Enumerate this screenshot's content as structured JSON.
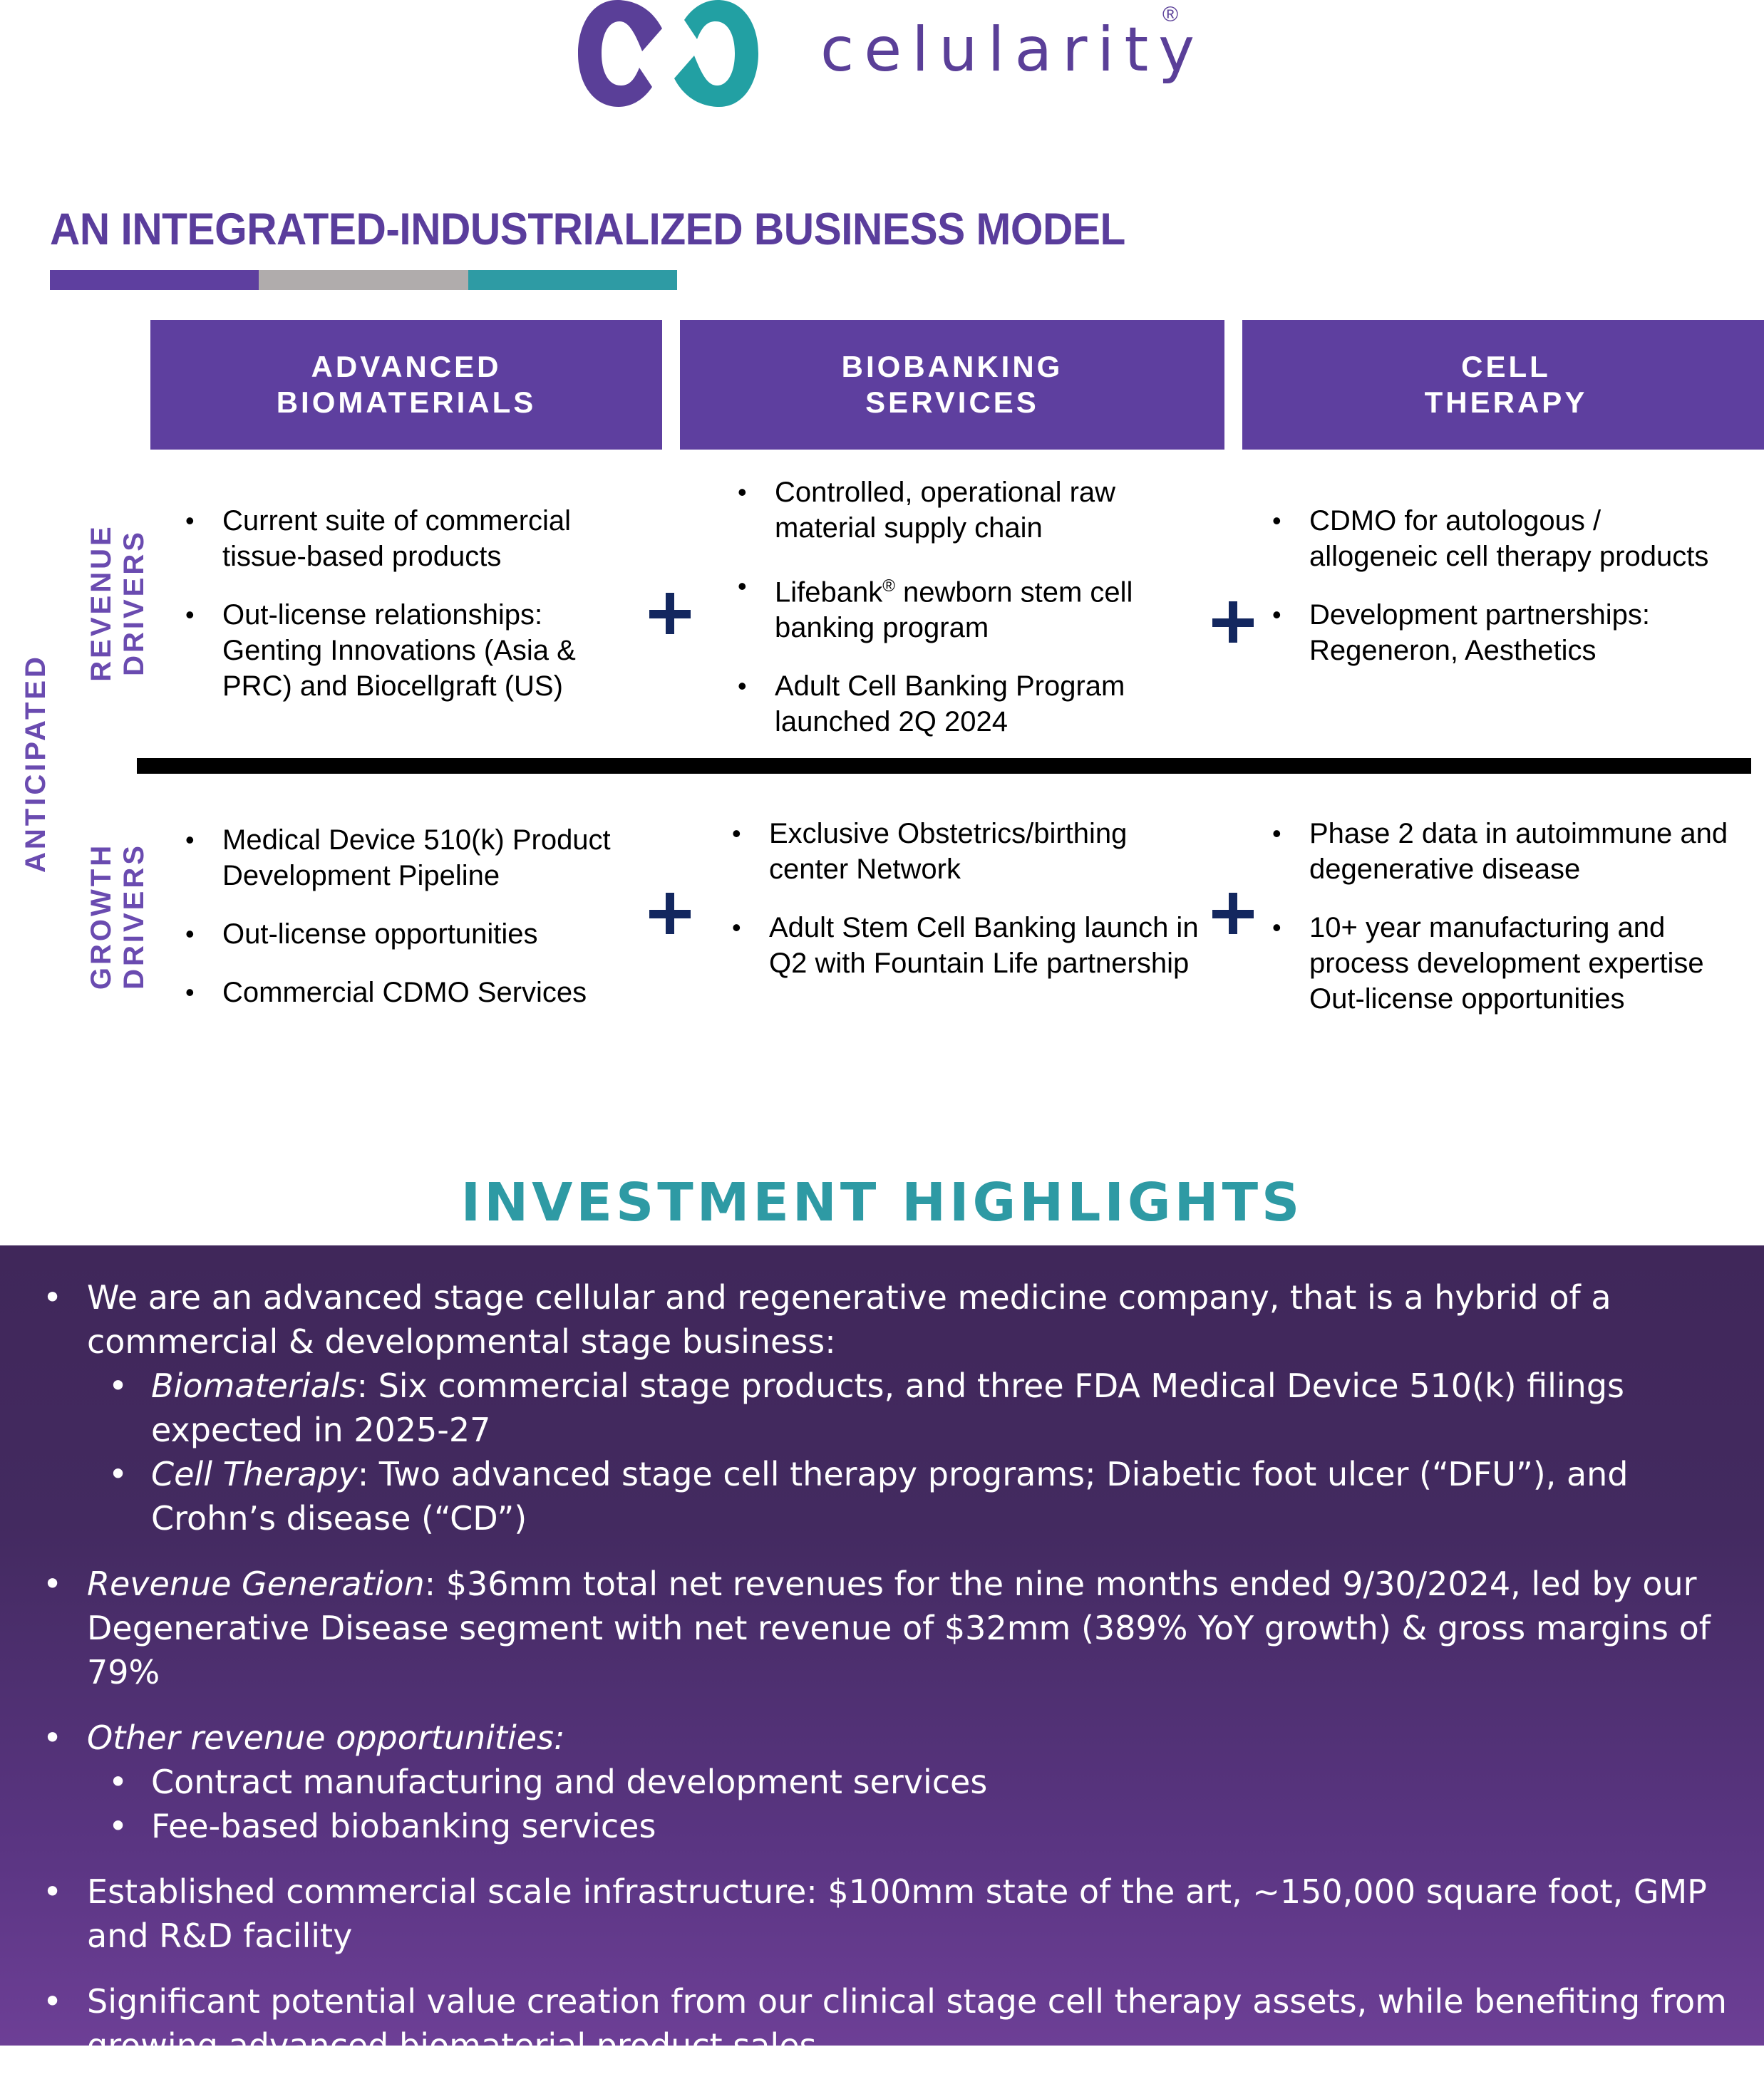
{
  "brand": {
    "name": "celularity",
    "registered_mark": "®",
    "logo_colors": {
      "left_ring": "#5a3f98",
      "right_ring": "#22a0a3"
    }
  },
  "business_model": {
    "title": "AN INTEGRATED-INDUSTRIALIZED BUSINESS MODEL",
    "accent_bar_colors": [
      "#5e3f9f",
      "#b0acac",
      "#2e9ba4"
    ],
    "side_labels": {
      "outer": "ANTICIPATED",
      "revenue": [
        "REVENUE",
        "DRIVERS"
      ],
      "growth": [
        "GROWTH",
        "DRIVERS"
      ]
    },
    "columns": [
      {
        "header": [
          "ADVANCED",
          "BIOMATERIALS"
        ],
        "revenue_drivers": [
          "Current suite of commercial tissue-based products",
          "Out-license relationships: Genting Innovations (Asia & PRC) and Biocellgraft  (US)"
        ],
        "growth_drivers": [
          "Medical Device 510(k) Product Development Pipeline",
          "Out-license opportunities",
          "Commercial CDMO Services"
        ]
      },
      {
        "header": [
          "BIOBANKING",
          "SERVICES"
        ],
        "revenue_drivers": [
          "Controlled, operational raw material supply chain",
          "Lifebank® newborn stem cell banking program",
          "Adult Cell Banking Program launched 2Q 2024"
        ],
        "growth_drivers": [
          "Exclusive Obstetrics/birthing center Network",
          "Adult Stem Cell Banking launch in Q2 with Fountain Life partnership"
        ]
      },
      {
        "header": [
          "CELL",
          "THERAPY"
        ],
        "revenue_drivers": [
          "CDMO for autologous / allogeneic cell therapy products",
          "Development partnerships: Regeneron, Aesthetics"
        ],
        "growth_drivers": [
          "Phase 2 data in autoimmune and degenerative disease",
          "10+ year manufacturing and process development expertise Out-license opportunities"
        ]
      }
    ]
  },
  "investment_highlights": {
    "title": "INVESTMENT HIGHLIGHTS",
    "items": [
      {
        "text": "We are an advanced stage cellular and regenerative medicine company, that is a hybrid of a commercial & developmental stage business:",
        "sub": [
          {
            "label": "Biomaterials",
            "text": ": Six commercial stage products, and three FDA Medical Device 510(k) filings expected in 2025-27"
          },
          {
            "label": "Cell Therapy",
            "text": ": Two advanced stage cell therapy programs; Diabetic foot ulcer (“DFU”), and Crohn’s disease (“CD”)"
          }
        ]
      },
      {
        "label": "Revenue Generation",
        "text": ": $36mm total net revenues for the nine months ended 9/30/2024, led by our Degenerative Disease segment with net revenue of $32mm (389% YoY growth) & gross margins of 79%"
      },
      {
        "label": "Other revenue opportunities:",
        "sub": [
          {
            "text": "Contract manufacturing and development services"
          },
          {
            "text": "Fee-based biobanking services"
          }
        ]
      },
      {
        "text": "Established commercial scale infrastructure: $100mm state of the art, ~150,000 square foot, GMP and R&D facility"
      },
      {
        "text": "Significant potential value creation from our clinical stage cell therapy assets, while benefiting from growing advanced biomaterial product sales"
      }
    ]
  }
}
